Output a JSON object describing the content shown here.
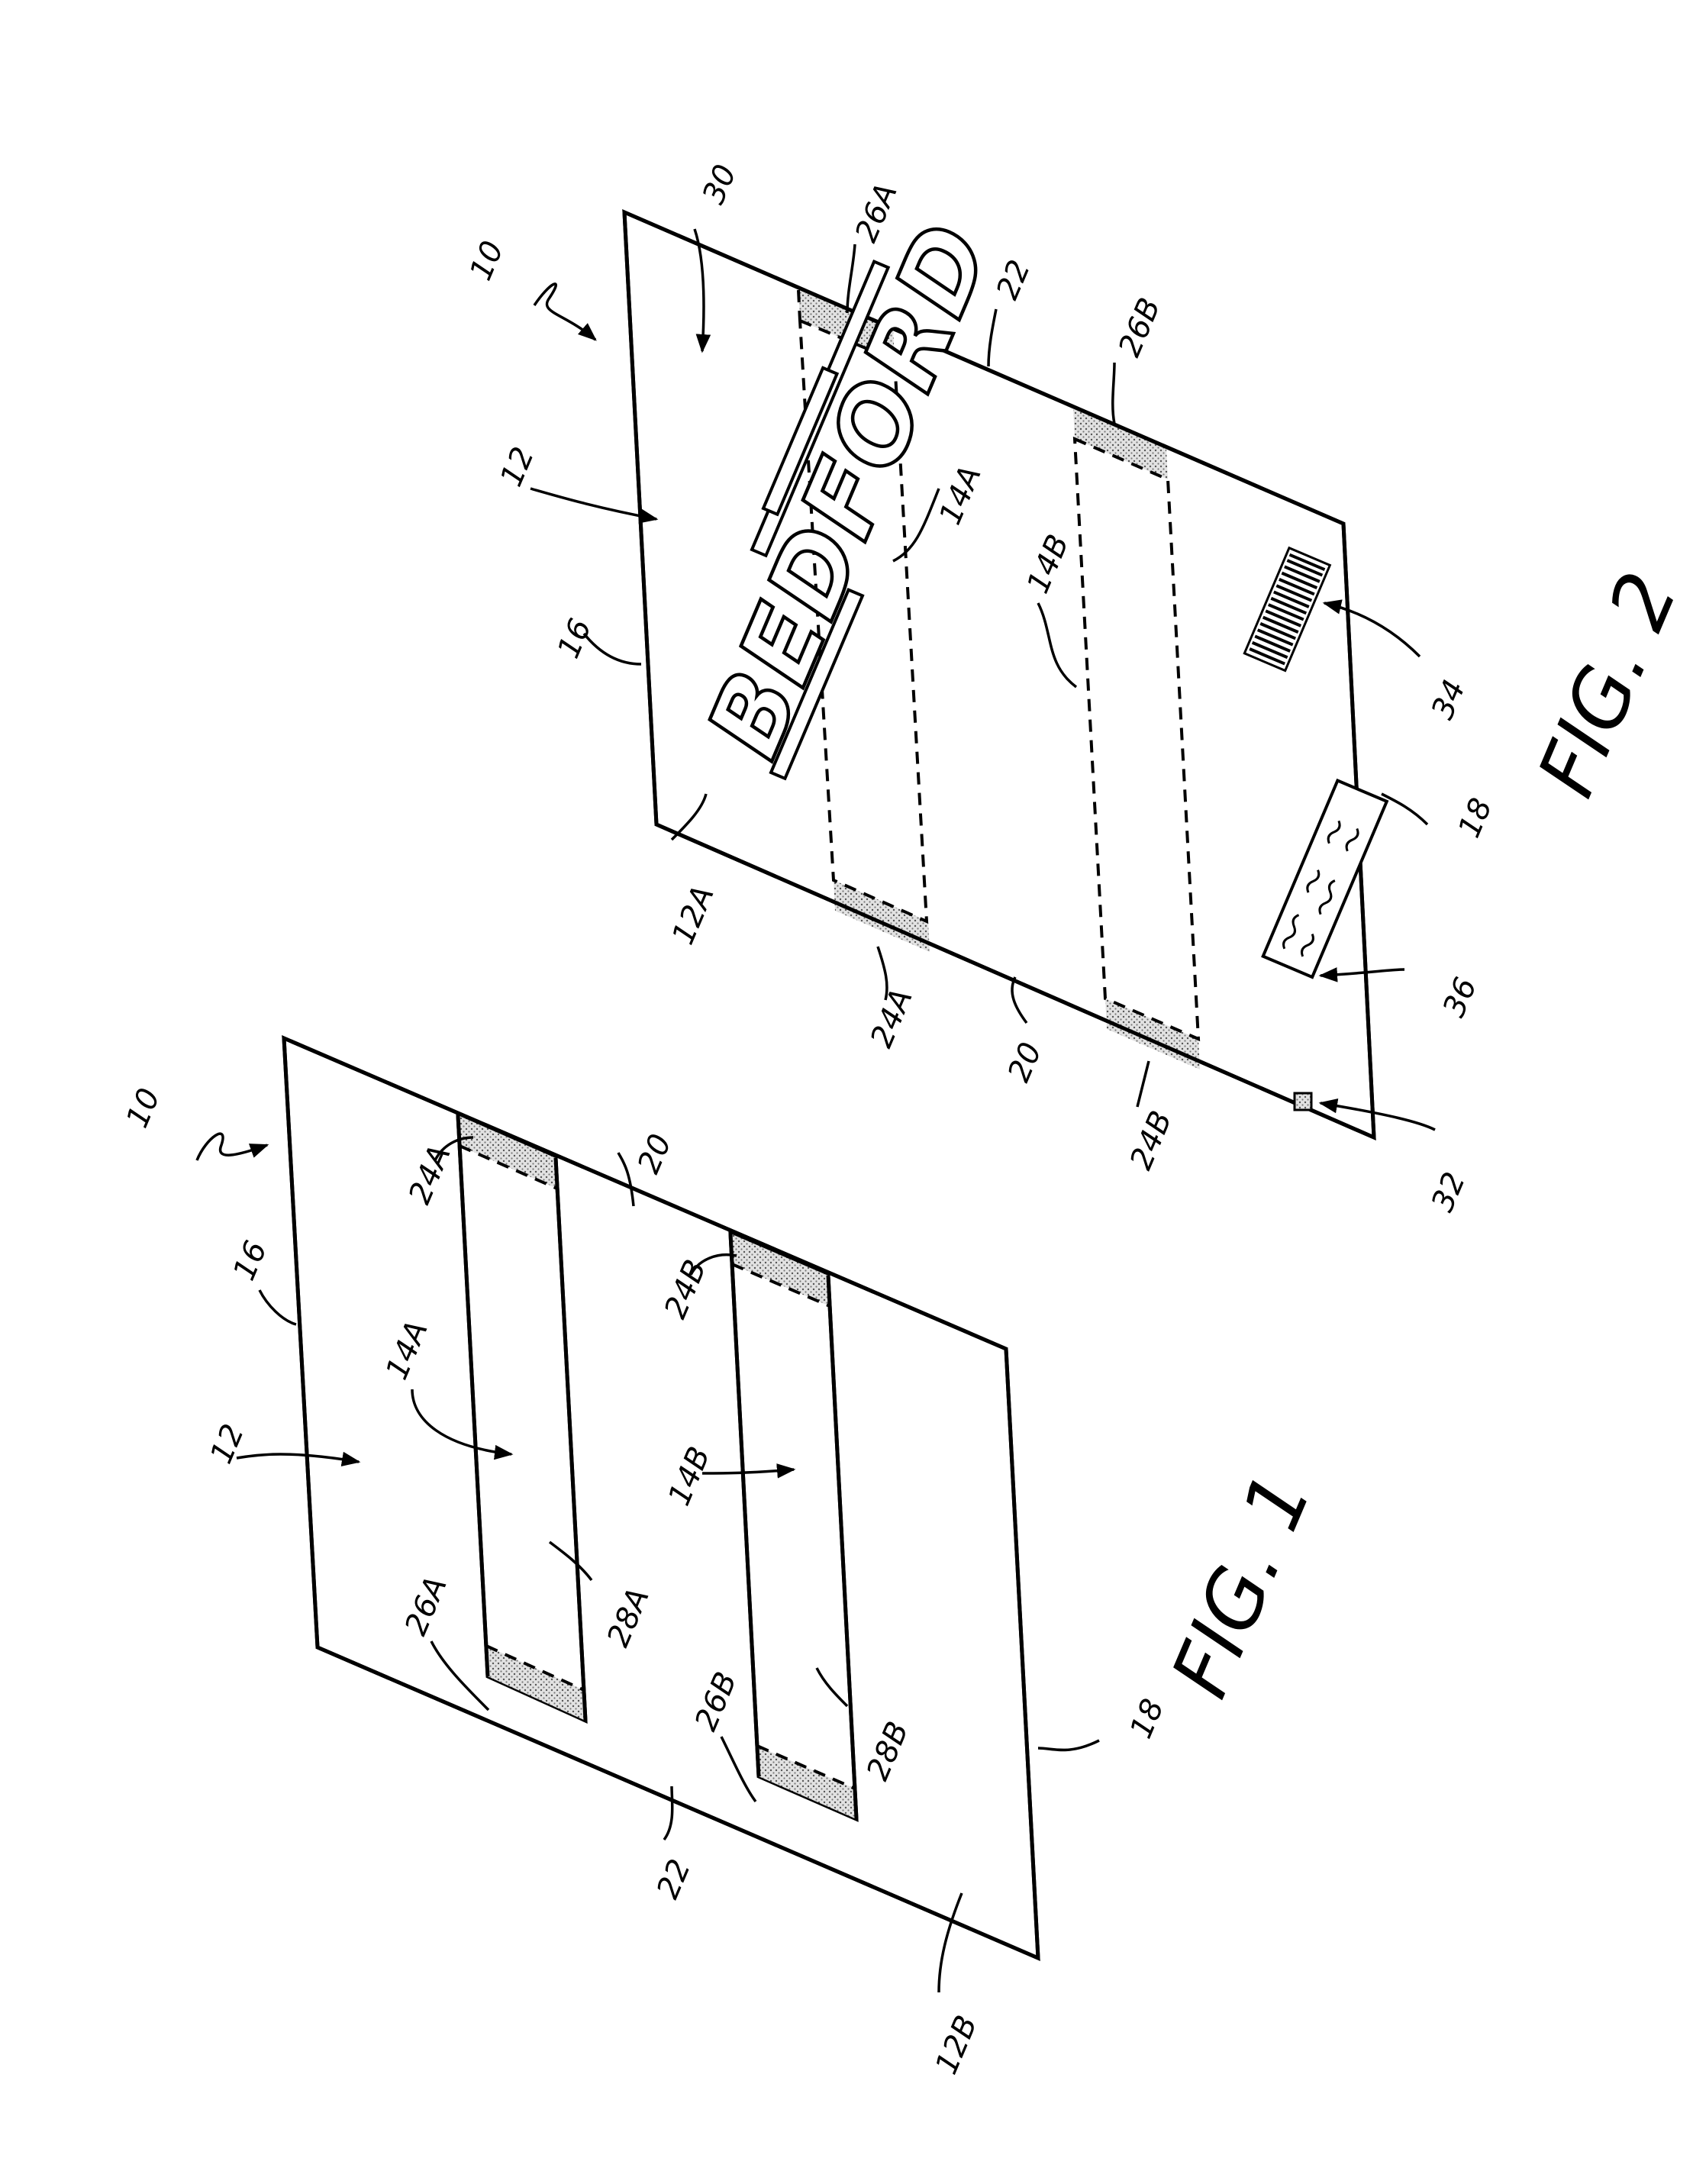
{
  "figures": [
    {
      "figure_label": "FIG. 1",
      "labels": {
        "assembly": "10",
        "sheet": "12",
        "edge_top": "16",
        "edge_bottom": "18",
        "edge_right": "20",
        "edge_left": "22",
        "strip_a": "14A",
        "strip_b": "14B",
        "adhesive_24a": "24A",
        "adhesive_24b": "24B",
        "adhesive_26a": "26A",
        "adhesive_26b": "26B",
        "strip_face_a": "28A",
        "strip_face_b": "28B",
        "back_face": "12B"
      }
    },
    {
      "figure_label": "FIG. 2",
      "brand_text": "BEDFORD",
      "labels": {
        "assembly": "10",
        "sheet": "12",
        "edge_top": "16",
        "edge_bottom": "18",
        "edge_right": "22",
        "edge_left": "20",
        "front_face": "12A",
        "strip_a": "14A",
        "strip_b": "14B",
        "adhesive_24a": "24A",
        "adhesive_24b": "24B",
        "adhesive_26a": "26A",
        "adhesive_26b": "26B",
        "arrow_30": "30",
        "arrow_32": "32",
        "arrow_34": "34",
        "arrow_36": "36"
      }
    }
  ]
}
